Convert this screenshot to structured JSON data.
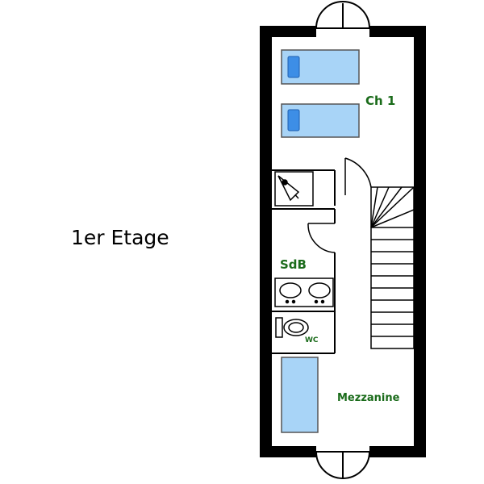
{
  "page": {
    "floor_title": "1er Etage"
  },
  "rooms": {
    "bedroom": "Ch 1",
    "bathroom": "SdB",
    "toilet": "WC",
    "mezzanine": "Mezzanine"
  },
  "colors": {
    "wall": "#000000",
    "furniture_fill": "#a8d4f7",
    "furniture_stroke": "#555555",
    "pillow": "#3d8ee6",
    "label": "#1a6b1a"
  }
}
